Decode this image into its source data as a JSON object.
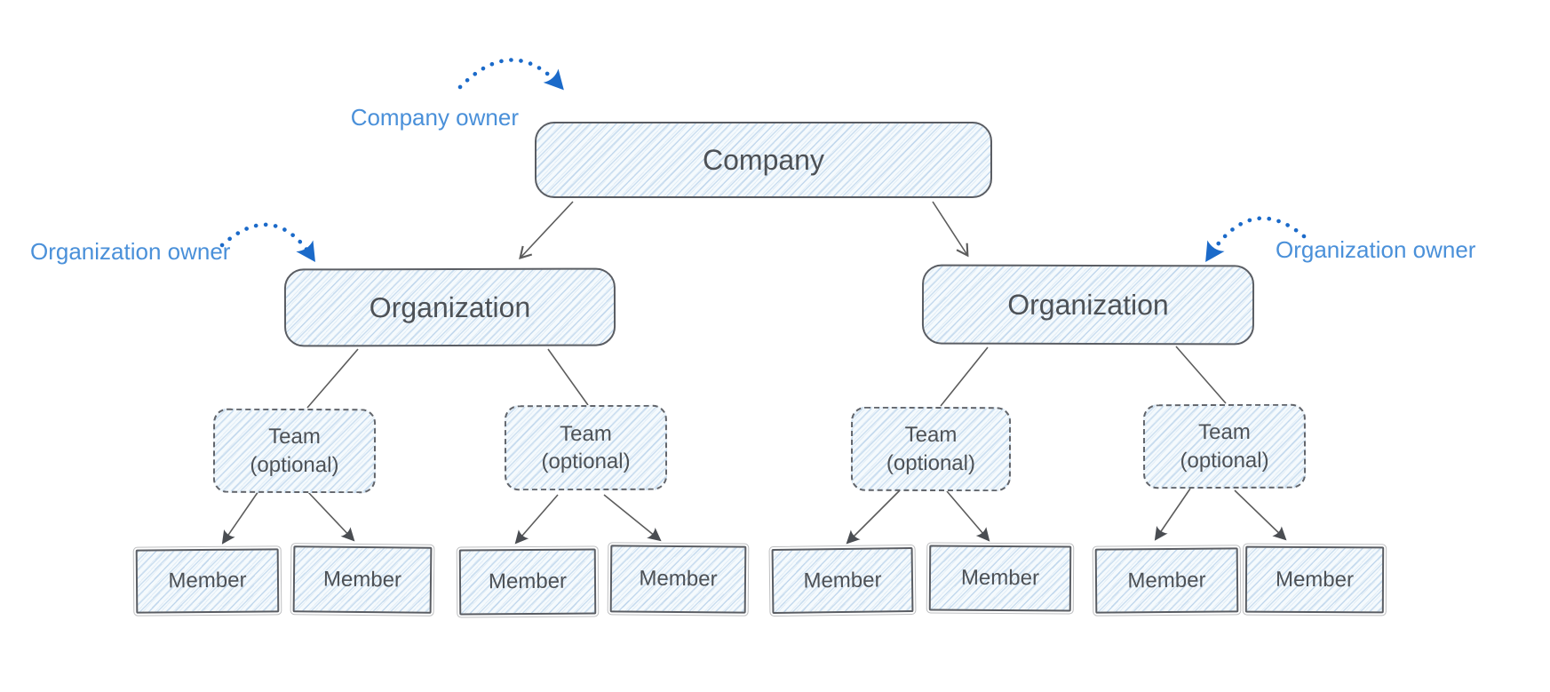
{
  "colors": {
    "accent_blue_label": "#4a90d9",
    "accent_blue_arrow": "#1b6ac9",
    "box_border_gray": "#5a5d63",
    "box_text_gray": "#4d5156",
    "box_fill_tint": "#f5fafd",
    "hatch_blue": "#7daad7"
  },
  "nodes": {
    "company": {
      "label": "Company"
    },
    "organizations": [
      {
        "label": "Organization"
      },
      {
        "label": "Organization"
      }
    ],
    "teams": [
      {
        "line1": "Team",
        "line2": "(optional)"
      },
      {
        "line1": "Team",
        "line2": "(optional)"
      },
      {
        "line1": "Team",
        "line2": "(optional)"
      },
      {
        "line1": "Team",
        "line2": "(optional)"
      }
    ],
    "members": [
      {
        "label": "Member"
      },
      {
        "label": "Member"
      },
      {
        "label": "Member"
      },
      {
        "label": "Member"
      },
      {
        "label": "Member"
      },
      {
        "label": "Member"
      },
      {
        "label": "Member"
      },
      {
        "label": "Member"
      }
    ]
  },
  "annotations": {
    "company_owner": {
      "label": "Company owner"
    },
    "org_owner_left": {
      "label": "Organization owner"
    },
    "org_owner_right": {
      "label": "Organization owner"
    }
  }
}
